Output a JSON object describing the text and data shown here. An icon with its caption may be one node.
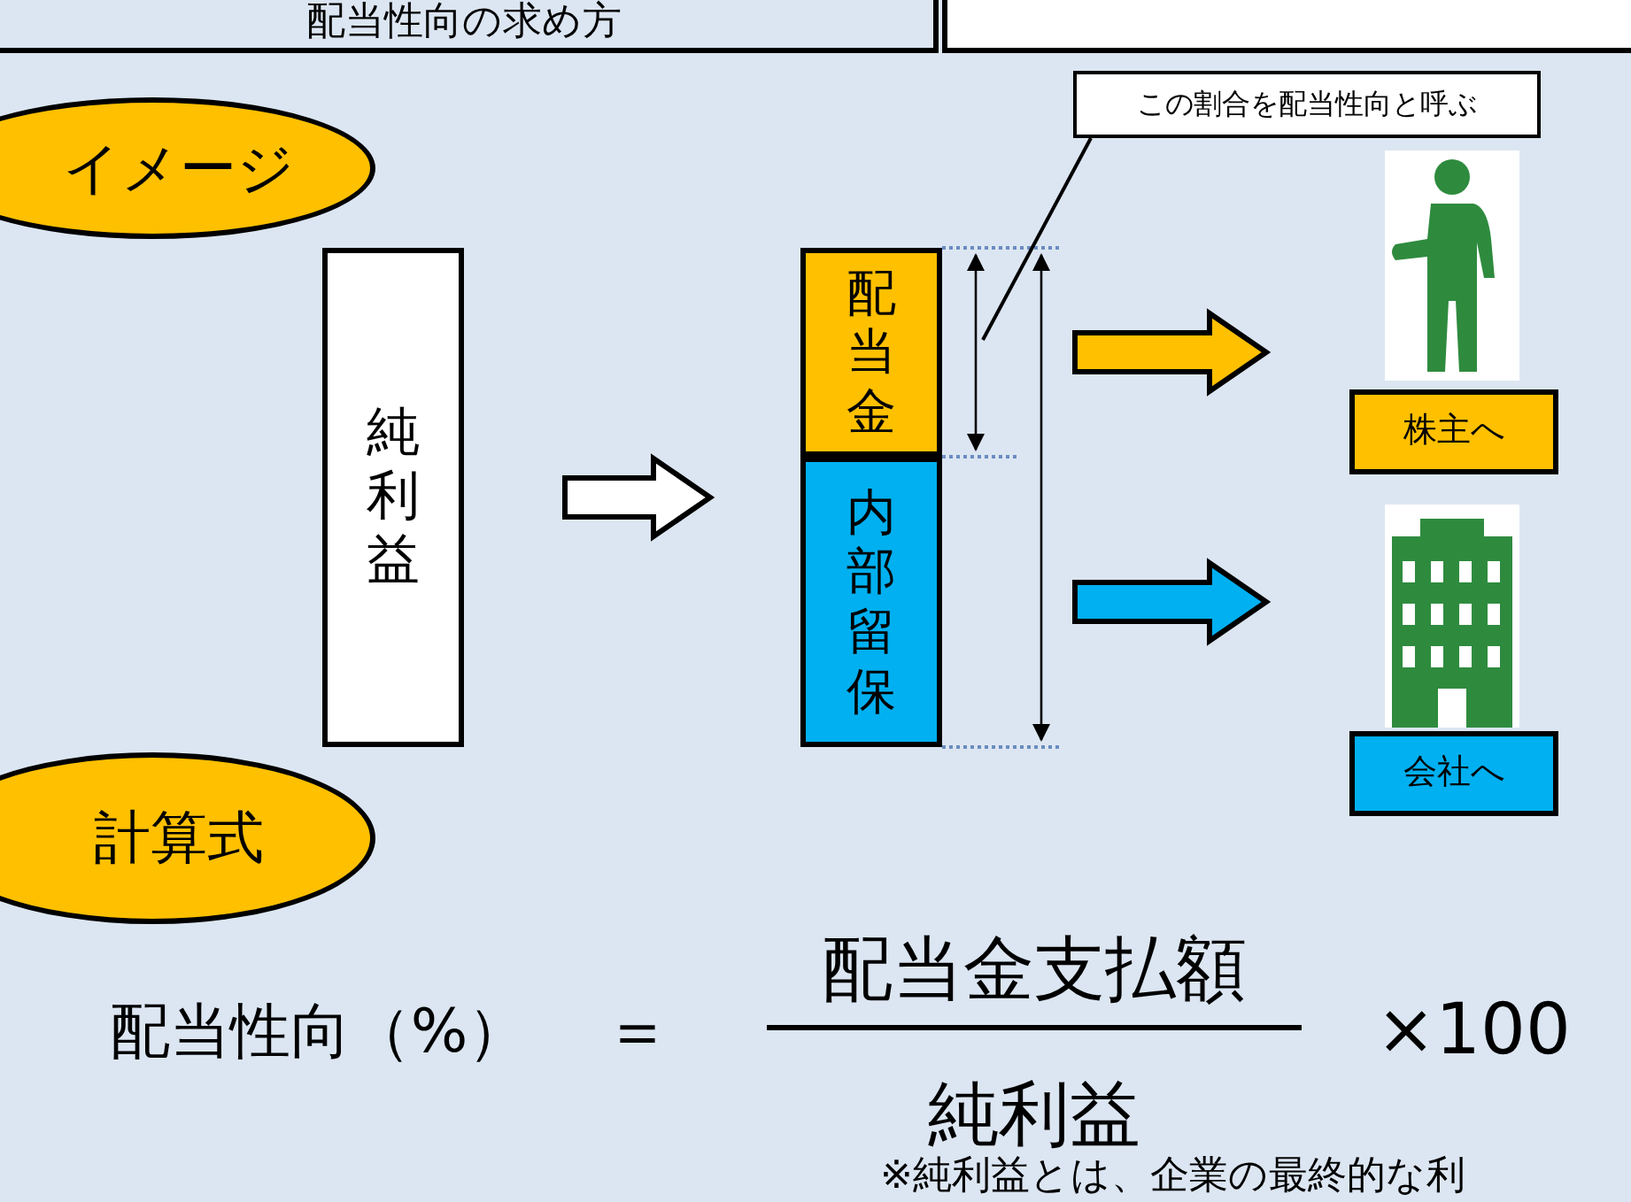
{
  "diagram": {
    "title": "配当性向の求め方",
    "nodes": [
      {
        "text": [
          "イメージ"
        ]
      },
      {
        "text": [
          "純利益"
        ]
      },
      {
        "text": [
          "配当金"
        ]
      },
      {
        "text": [
          "内部留保"
        ]
      },
      {
        "text": [
          "この割合を配当性向と呼ぶ"
        ]
      },
      {
        "text": [],
        "shape": "person"
      },
      {
        "text": [
          "株主へ"
        ]
      },
      {
        "text": [],
        "shape": "building"
      },
      {
        "text": [
          "会社へ"
        ]
      },
      {
        "text": [
          "計算式"
        ]
      }
    ],
    "edges": [
      {
        "from": 1,
        "to": 3,
        "arrow": "to"
      },
      {
        "from": 2,
        "to": 5,
        "arrow": "to",
        "color": "#ffc000"
      },
      {
        "from": 3,
        "to": 7,
        "arrow": "to",
        "color": "#00b0f0"
      },
      {
        "from": 4,
        "to": null,
        "arrow": "none"
      }
    ],
    "labels": [
      "配当性向（%）",
      "＝",
      "配当金支払額",
      "純利益",
      "×100",
      "※純利益とは、企業の最終的な利"
    ]
  }
}
